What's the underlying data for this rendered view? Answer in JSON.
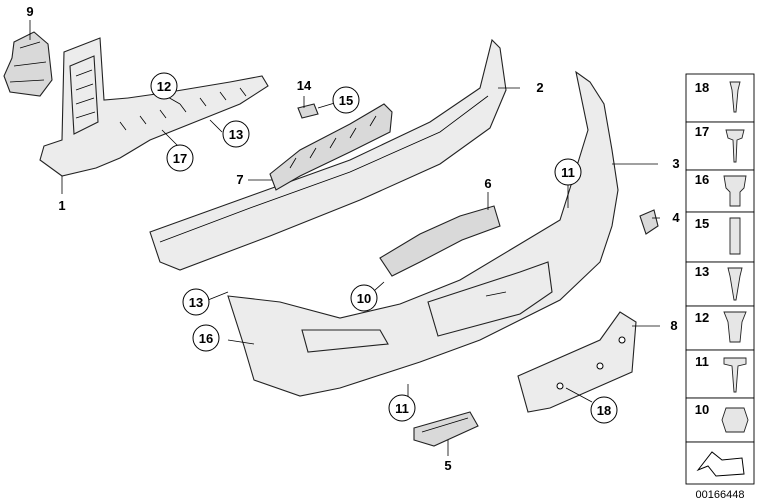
{
  "diagram_code": "00166448",
  "callouts": {
    "c1": "1",
    "c2": "2",
    "c3": "3",
    "c4": "4",
    "c5": "5",
    "c6": "6",
    "c7": "7",
    "c8": "8",
    "c9": "9",
    "c10a": "10",
    "c11a": "11",
    "c11b": "11",
    "c12": "12",
    "c13a": "13",
    "c13b": "13",
    "c14": "14",
    "c15": "15",
    "c16": "16",
    "c17": "17",
    "c18": "18"
  },
  "fastener_panel": [
    "18",
    "17",
    "16",
    "15",
    "13",
    "12",
    "11",
    "10"
  ]
}
